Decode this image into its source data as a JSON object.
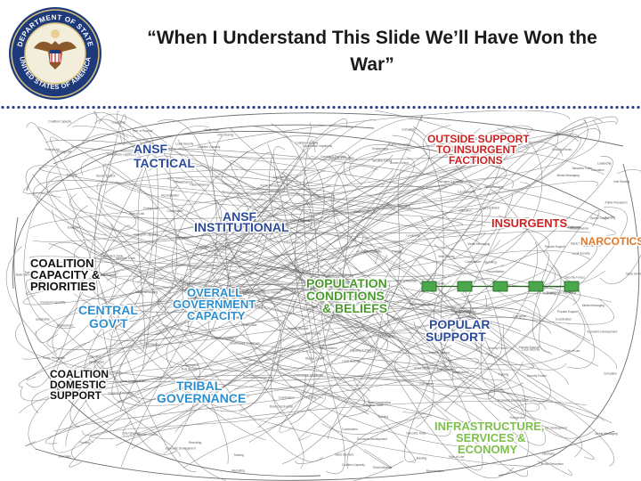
{
  "slide": {
    "title_line1": "“When I Understand This Slide We’ll Have Won the",
    "title_line2": "War”",
    "seal_text": "DEPARTMENT OF STATE • UNITED STATES OF AMERICA"
  },
  "diagram": {
    "clusters": [
      {
        "key": "ansf_tactical_1",
        "text": "ANSF",
        "color": "#2b4a9a"
      },
      {
        "key": "ansf_tactical_2",
        "text": "TACTICAL",
        "color": "#2b4a9a"
      },
      {
        "key": "ansf_inst_1",
        "text": "ANSF",
        "color": "#2b4a9a"
      },
      {
        "key": "ansf_inst_2",
        "text": "INSTITUTIONAL",
        "color": "#2b4a9a"
      },
      {
        "key": "coalition_cap_1",
        "text": "COALITION",
        "color": "#111111"
      },
      {
        "key": "coalition_cap_2",
        "text": "CAPACITY &",
        "color": "#111111"
      },
      {
        "key": "coalition_cap_3",
        "text": "PRIORITIES",
        "color": "#111111"
      },
      {
        "key": "central_gov_1",
        "text": "CENTRAL",
        "color": "#2d8fcf"
      },
      {
        "key": "central_gov_2",
        "text": "GOV’T",
        "color": "#2d8fcf"
      },
      {
        "key": "overall_gov_1",
        "text": "OVERALL",
        "color": "#2d8fcf"
      },
      {
        "key": "overall_gov_2",
        "text": "GOVERNMENT",
        "color": "#2d8fcf"
      },
      {
        "key": "overall_gov_3",
        "text": "CAPACITY",
        "color": "#2d8fcf"
      },
      {
        "key": "coalition_dom_1",
        "text": "COALITION",
        "color": "#111111"
      },
      {
        "key": "coalition_dom_2",
        "text": "DOMESTIC",
        "color": "#111111"
      },
      {
        "key": "coalition_dom_3",
        "text": "SUPPORT",
        "color": "#111111"
      },
      {
        "key": "tribal_1",
        "text": "TRIBAL",
        "color": "#2d8fcf"
      },
      {
        "key": "tribal_2",
        "text": "GOVERNANCE",
        "color": "#2d8fcf"
      },
      {
        "key": "population_1",
        "text": "POPULATION",
        "color": "#4a9a2e"
      },
      {
        "key": "population_2",
        "text": "CONDITIONS",
        "color": "#4a9a2e"
      },
      {
        "key": "population_3",
        "text": "& BELIEFS",
        "color": "#4a9a2e"
      },
      {
        "key": "outside_1",
        "text": "OUTSIDE SUPPORT",
        "color": "#cc2222"
      },
      {
        "key": "outside_2",
        "text": "TO INSURGENT",
        "color": "#cc2222"
      },
      {
        "key": "outside_3",
        "text": "FACTIONS",
        "color": "#cc2222"
      },
      {
        "key": "insurgents",
        "text": "INSURGENTS",
        "color": "#cc2222"
      },
      {
        "key": "narcotics",
        "text": "NARCOTICS",
        "color": "#e0782a"
      },
      {
        "key": "popular_1",
        "text": "POPULAR",
        "color": "#2b4a9a"
      },
      {
        "key": "popular_2",
        "text": "SUPPORT",
        "color": "#2b4a9a"
      },
      {
        "key": "infra_1",
        "text": "INFRASTRUCTURE,",
        "color": "#7cc04a"
      },
      {
        "key": "infra_2",
        "text": "SERVICES &",
        "color": "#7cc04a"
      },
      {
        "key": "infra_3",
        "text": "ECONOMY",
        "color": "#7cc04a"
      }
    ],
    "node_labels": [
      "Coalition Capacity",
      "Security Forces",
      "Capacity & Priorities",
      "Insurgent Capability",
      "Popular Support",
      "Recruiting",
      "Training",
      "Economic Development",
      "Tribal Influence",
      "Governance Legitimacy",
      "Public Perception",
      "Basic Services",
      "Road Construction",
      "Local Security",
      "Intel Sharing",
      "Corruption",
      "Rule of Law",
      "Narcotics Trade",
      "Border Control",
      "Media Messaging",
      "Employment",
      "Education",
      "Health Care",
      "Foreign Aid",
      "Reconciliation",
      "Sanctuary",
      "Funding",
      "Coordination",
      "Leadership",
      "Fear of Reprisal"
    ],
    "green_boxes": 5,
    "colors": {
      "accent_blue": "#2b3e8c",
      "line": "#6e6e6e",
      "node_box": "#4aa84a"
    }
  }
}
